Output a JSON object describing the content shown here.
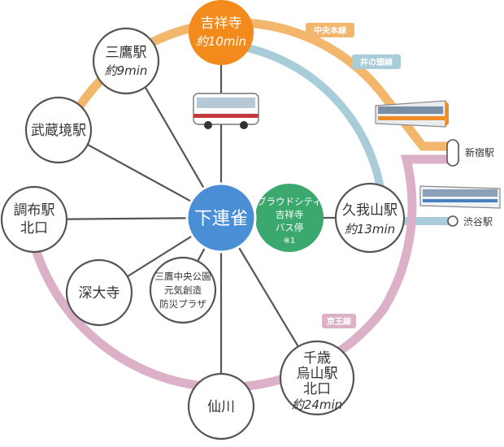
{
  "lines": {
    "chuo": {
      "label": "中央本線",
      "color": "#f2b66d"
    },
    "inokashira": {
      "label": "井の頭線",
      "color": "#a8cdd8"
    },
    "keio": {
      "label": "京王線",
      "color": "#dcb1c8"
    }
  },
  "center": {
    "name": "下連雀",
    "color": "#4a8fd6"
  },
  "bus_stop": {
    "lines": [
      "ブラウドシティ",
      "吉祥寺",
      "バス停"
    ],
    "note": "※1",
    "color": "#3ba86e"
  },
  "stations": {
    "kichijoji": {
      "name": "吉祥寺",
      "time": "約10min",
      "color": "#f28a1c"
    },
    "mitaka": {
      "name": "三鷹駅",
      "time": "約9min"
    },
    "musashisakai": {
      "name": "武蔵境駅"
    },
    "chofu": {
      "lines": [
        "調布駅",
        "北口"
      ]
    },
    "jindaiji": {
      "name": "深大寺"
    },
    "plaza": {
      "lines": [
        "三鷹中央公園",
        "元気創造",
        "防災プラザ"
      ]
    },
    "sengawa": {
      "name": "仙川"
    },
    "chitose": {
      "lines": [
        "千歳",
        "烏山駅",
        "北口"
      ],
      "time": "約24min"
    },
    "kugayama": {
      "name": "久我山駅",
      "time": "約13min"
    }
  },
  "terminals": {
    "shinjuku": "新宿駅",
    "shibuya": "渋谷駅"
  },
  "icons": [
    "bus-icon",
    "chuo-train-icon",
    "inokashira-train-icon"
  ]
}
